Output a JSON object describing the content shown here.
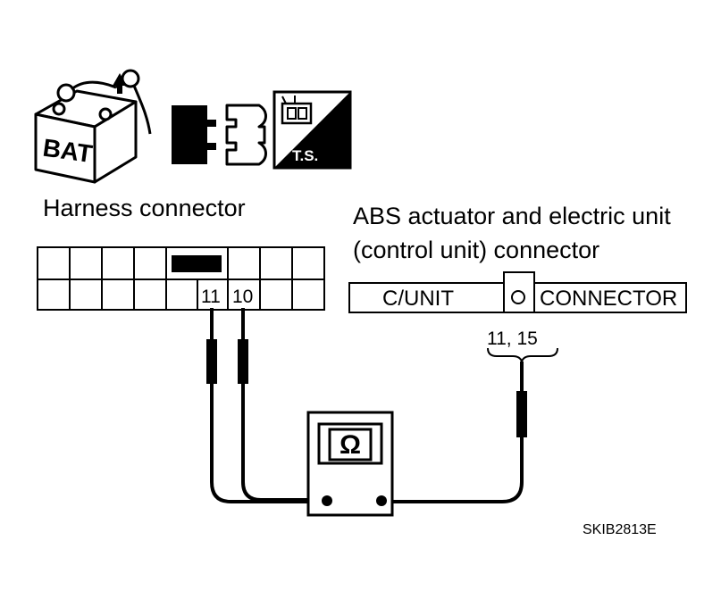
{
  "icons": {
    "battery_label": "BAT",
    "ts_label": "T.S.",
    "battery_icon": "battery-disconnect-icon",
    "connector_icon": "connector-disconnect-icon",
    "ts_icon": "troubleshooting-icon"
  },
  "harness": {
    "title": "Harness connector",
    "pin_a": "11",
    "pin_b": "10"
  },
  "abs": {
    "title_line1": "ABS actuator and electric unit",
    "title_line2": "(control unit) connector",
    "cunit_label": "C/UNIT",
    "connector_label": "CONNECTOR",
    "pins": "11, 15"
  },
  "meter": {
    "symbol": "Ω",
    "icon": "ohmmeter-icon"
  },
  "figure_code": "SKIB2813E",
  "colors": {
    "ink": "#000000",
    "paper": "#ffffff"
  }
}
